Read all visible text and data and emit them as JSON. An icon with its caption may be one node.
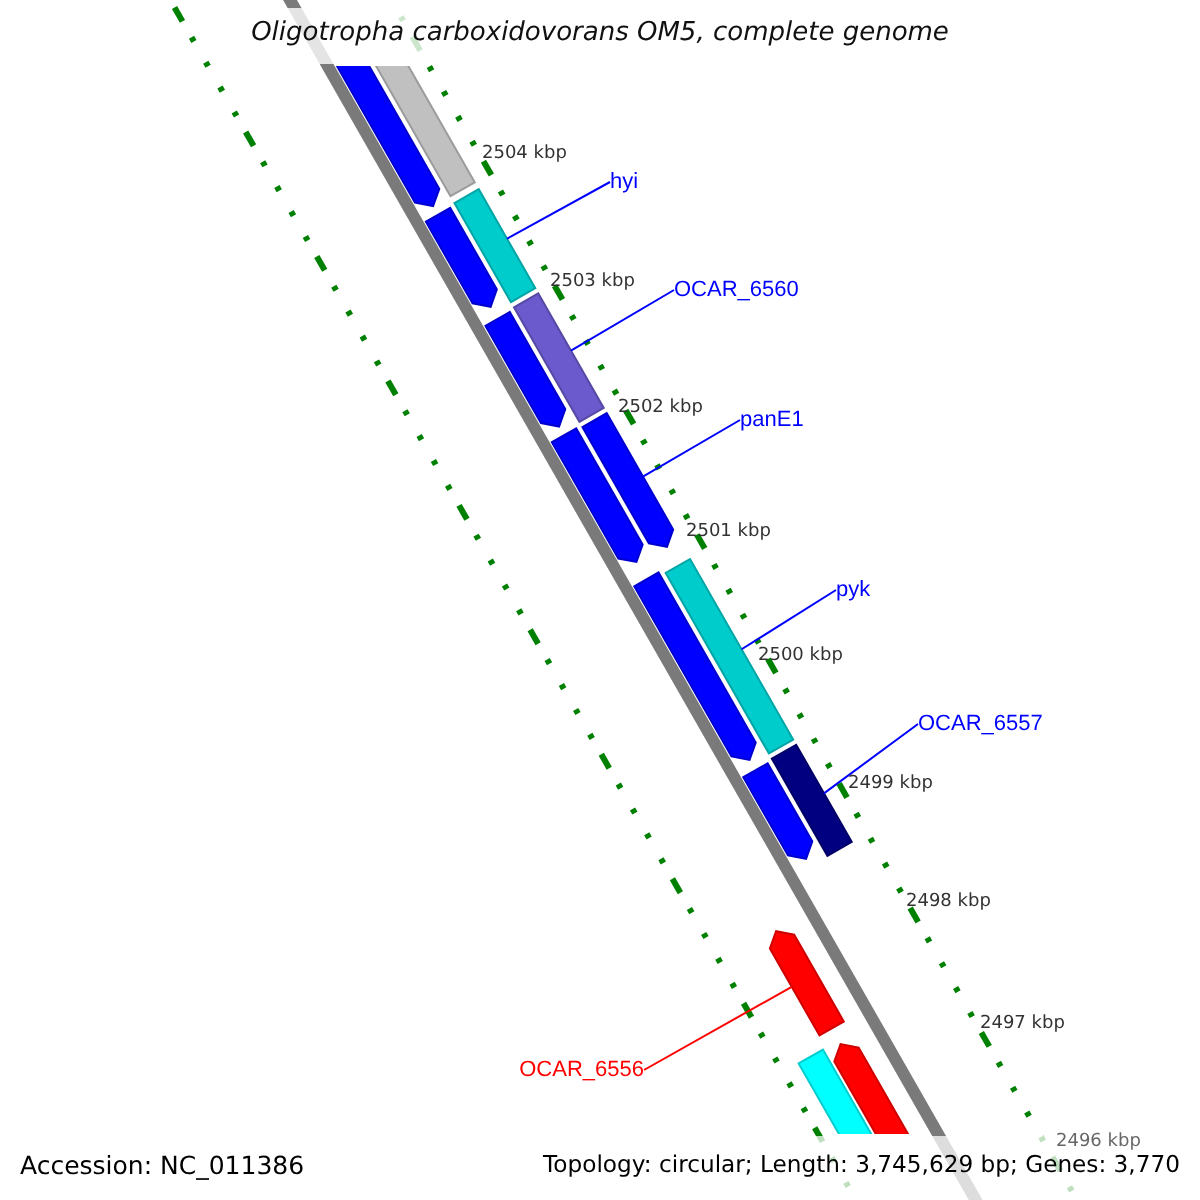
{
  "diagram": {
    "title": "Oligotropha carboxidovorans OM5, complete genome",
    "nodes": [
      {
        "text": [
          "hyi"
        ]
      },
      {
        "text": [
          "OCAR_6560"
        ]
      },
      {
        "text": [
          "panE1"
        ]
      },
      {
        "text": [
          "pyk"
        ]
      },
      {
        "text": [
          "OCAR_6557"
        ]
      },
      {
        "text": [
          "OCAR_6556"
        ]
      },
      {
        "text": [],
        "shape": "bar"
      },
      {
        "text": [],
        "shape": "bar"
      },
      {
        "text": [],
        "shape": "bar"
      },
      {
        "text": [],
        "shape": "bar"
      },
      {
        "text": [],
        "shape": "bar"
      },
      {
        "text": [],
        "shape": "bar"
      },
      {
        "text": [],
        "shape": "bar"
      },
      {
        "text": [],
        "shape": "bar"
      },
      {
        "text": [],
        "shape": "bar"
      },
      {
        "text": [],
        "shape": "bar"
      },
      {
        "text": [],
        "shape": "bar"
      },
      {
        "text": [],
        "shape": "bar"
      },
      {
        "text": [],
        "shape": "bar"
      },
      {
        "text": [],
        "shape": "bar"
      },
      {
        "text": [],
        "shape": "bar"
      }
    ],
    "edges": [
      {
        "from": 0,
        "to": 6,
        "arrow": "none"
      },
      {
        "from": 1,
        "to": 7,
        "arrow": "none"
      },
      {
        "from": 2,
        "to": 8,
        "arrow": "none"
      },
      {
        "from": 3,
        "to": 9,
        "arrow": "none"
      },
      {
        "from": 4,
        "to": 10,
        "arrow": "none"
      },
      {
        "from": 5,
        "to": 11,
        "arrow": "none",
        "color": "#ff0000"
      }
    ],
    "labels": [
      "2504 kbp",
      "2503 kbp",
      "2502 kbp",
      "2501 kbp",
      "2500 kbp",
      "2499 kbp",
      "2498 kbp",
      "2497 kbp",
      "2496 kbp",
      "Accession: NC_011386",
      "Topology: circular; Length: 3,745,629 bp; Genes: 3,770"
    ]
  }
}
